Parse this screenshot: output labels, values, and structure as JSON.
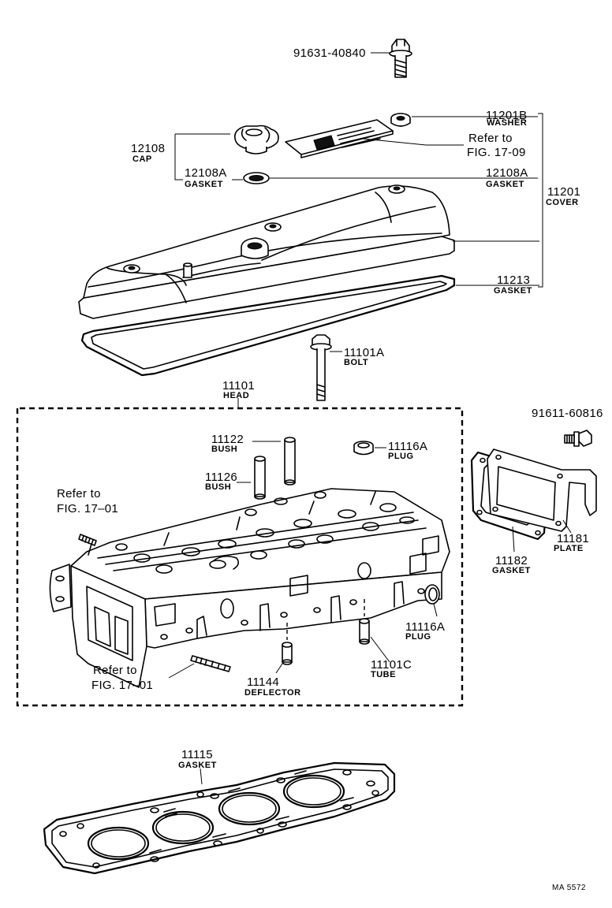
{
  "parts": {
    "bolt_top": {
      "number": "91631-40840"
    },
    "washer": {
      "number": "11201B",
      "name": "WASHER"
    },
    "refer_cover": {
      "line1": "Refer to",
      "line2": "FIG. 17-09"
    },
    "cap": {
      "number": "12108",
      "name": "CAP"
    },
    "cap_gasket_left": {
      "number": "12108A",
      "name": "GASKET"
    },
    "cap_gasket_right": {
      "number": "12108A",
      "name": "GASKET"
    },
    "cover": {
      "number": "11201",
      "name": "COVER"
    },
    "cover_gasket": {
      "number": "11213",
      "name": "GASKET"
    },
    "head_bolt": {
      "number": "11101A",
      "name": "BOLT"
    },
    "head": {
      "number": "11101",
      "name": "HEAD"
    },
    "bolt_right": {
      "number": "91611-60816"
    },
    "bush_1": {
      "number": "11122",
      "name": "BUSH"
    },
    "bush_2": {
      "number": "11126",
      "name": "BUSH"
    },
    "plug_top": {
      "number": "11116A",
      "name": "PLUG"
    },
    "refer_head_1": {
      "line1": "Refer to",
      "line2": "FIG. 17–01"
    },
    "plate_gasket": {
      "number": "11182",
      "name": "GASKET"
    },
    "plate": {
      "number": "11181",
      "name": "PLATE"
    },
    "plug_side": {
      "number": "11116A",
      "name": "PLUG"
    },
    "refer_head_2": {
      "line1": "Refer to",
      "line2": "FIG. 17–01"
    },
    "deflector": {
      "number": "11144",
      "name": "DEFLECTOR"
    },
    "tube": {
      "number": "11101C",
      "name": "TUBE"
    },
    "head_gasket": {
      "number": "11115",
      "name": "GASKET"
    }
  },
  "footer": {
    "code": "MA 5572"
  }
}
